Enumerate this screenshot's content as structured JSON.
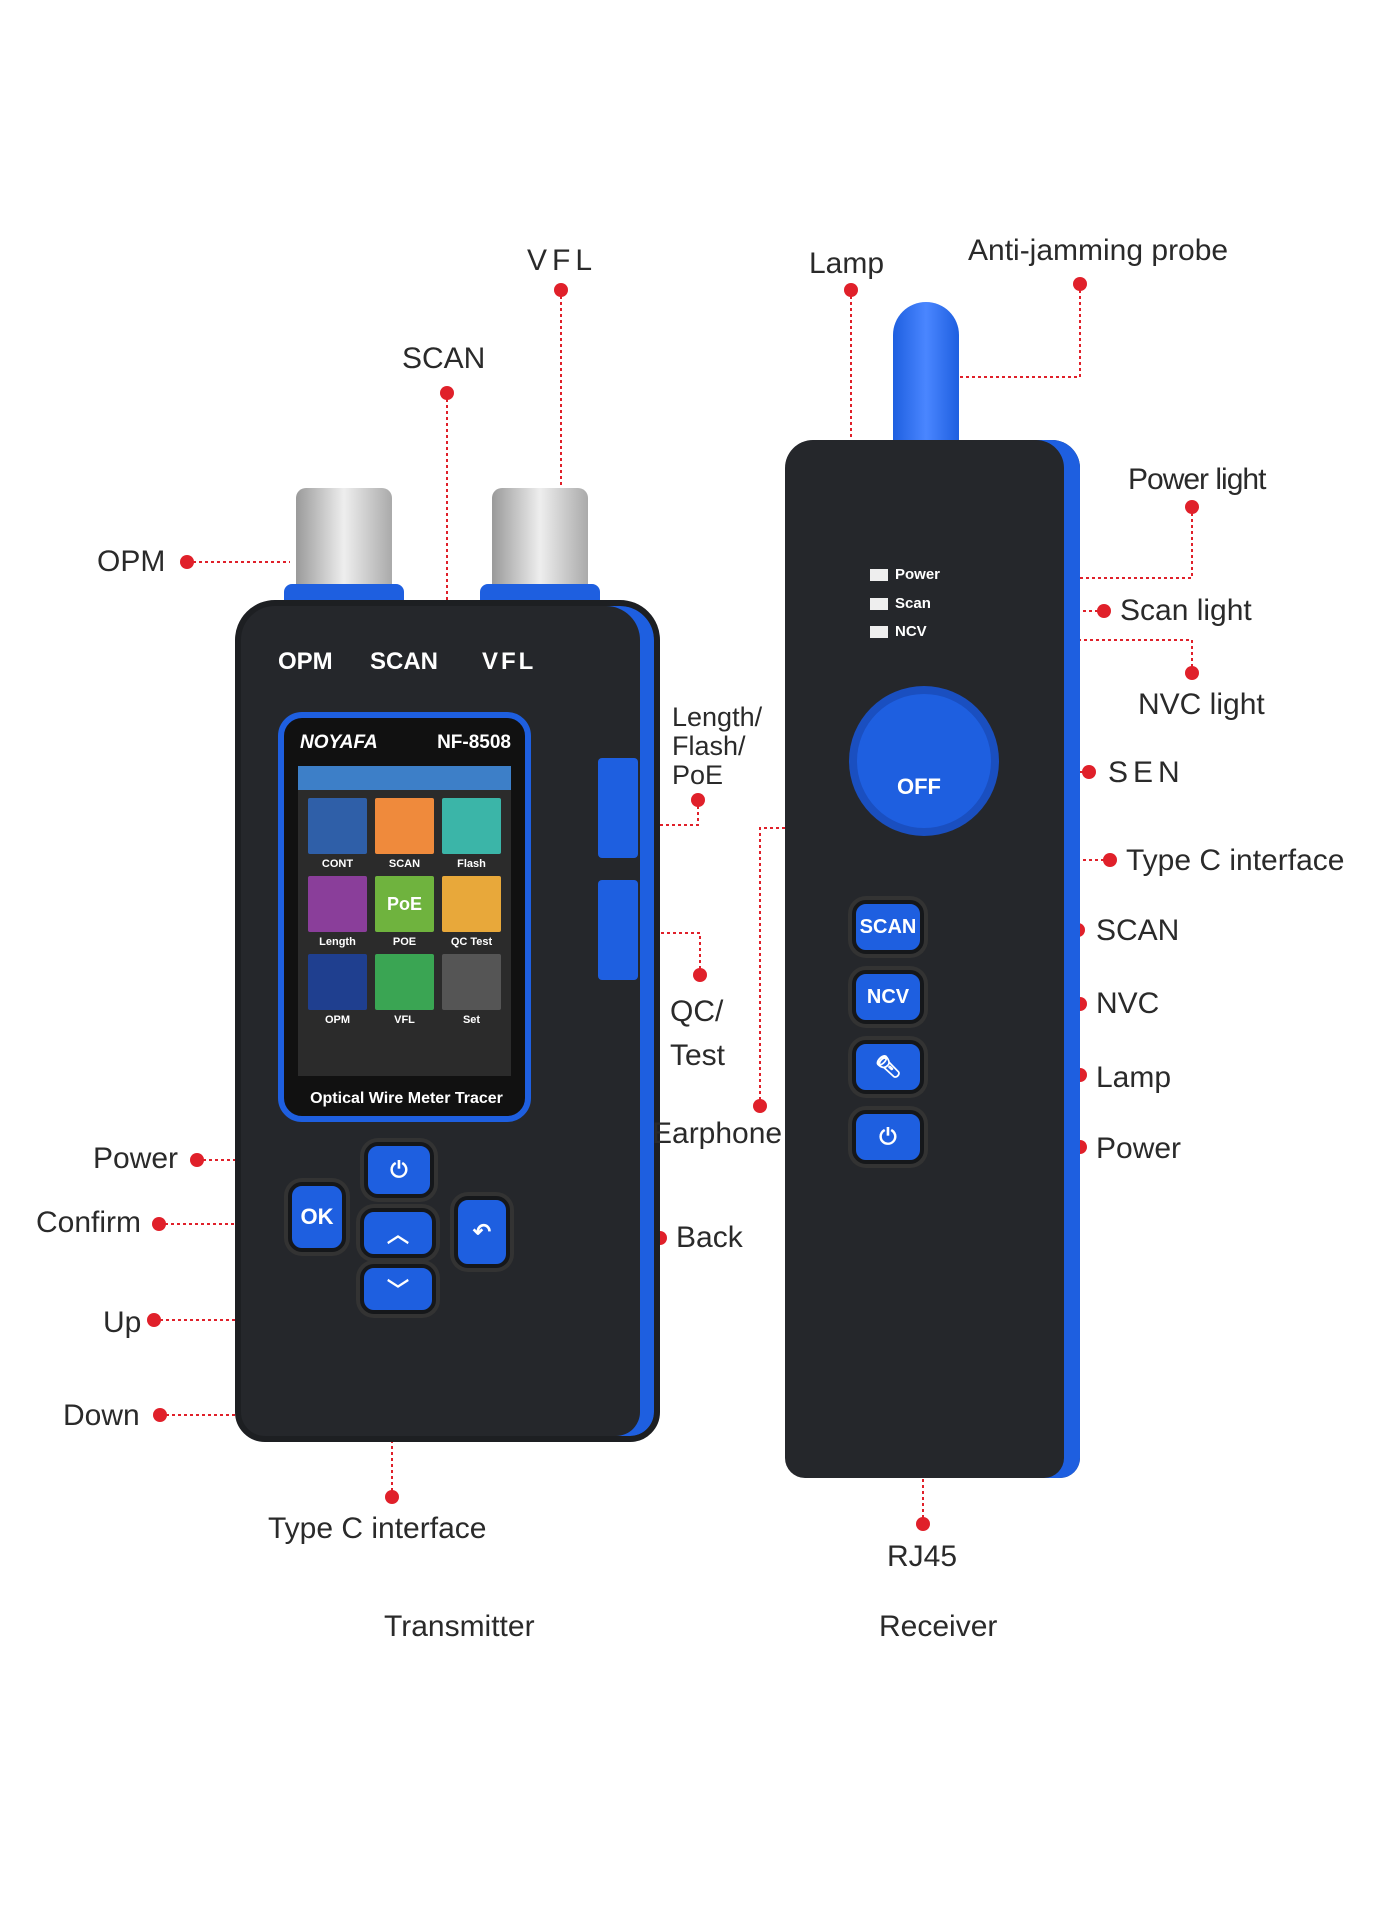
{
  "transmitter": {
    "caption": "Transmitter",
    "top_labels": [
      "OPM",
      "SCAN",
      "VFL"
    ],
    "brand": "NOYAFA",
    "model": "NF-8508",
    "screen_subtitle": "Optical Wire Meter Tracer",
    "tiles": [
      {
        "label": "CONT",
        "color": "#2f5fa8",
        "icon": "rj45-port-icon"
      },
      {
        "label": "SCAN",
        "color": "#ef8a3c",
        "icon": "magnifier-icon"
      },
      {
        "label": "Flash",
        "color": "#3bb5a8",
        "icon": "rj45-port-icon"
      },
      {
        "label": "Length",
        "color": "#8a3e9a",
        "icon": "ruler-icon"
      },
      {
        "label": "POE",
        "color": "#6fb33e",
        "icon": "poe-icon",
        "text": "PoE"
      },
      {
        "label": "QC Test",
        "color": "#e8a83a",
        "icon": "rj45-port-icon"
      },
      {
        "label": "OPM",
        "color": "#1f3f8f",
        "icon": "power-meter-icon"
      },
      {
        "label": "VFL",
        "color": "#3aa553",
        "icon": "vfl-icon"
      },
      {
        "label": "Set",
        "color": "#555555",
        "icon": "gear-icon"
      }
    ],
    "buttons": {
      "ok": "OK"
    },
    "callouts": {
      "vfl": "VFL",
      "scan": "SCAN",
      "opm": "OPM",
      "length": [
        "Length/",
        "Flash/",
        "PoE"
      ],
      "qc": [
        "QC/",
        "Test"
      ],
      "power": "Power",
      "confirm": "Confirm",
      "up": "Up",
      "down": "Down",
      "back": "Back",
      "typec": "Type C interface"
    }
  },
  "receiver": {
    "caption": "Receiver",
    "leds": [
      "Power",
      "Scan",
      "NCV"
    ],
    "knob": "OFF",
    "buttons": {
      "scan": "SCAN",
      "ncv": "NCV"
    },
    "callouts": {
      "lamp_top": "Lamp",
      "probe": "Anti-jamming probe",
      "power_light": "Power light",
      "scan_light": "Scan light",
      "nvc_light": "NVC light",
      "sen": "SEN",
      "typec": "Type C interface",
      "scan": "SCAN",
      "nvc": "NVC",
      "lamp": "Lamp",
      "power": "Power",
      "earphone": "Earphone",
      "rj45": "RJ45"
    }
  },
  "colors": {
    "accent": "#1e5fe0",
    "callout": "#e0202a",
    "body": "#25272b"
  }
}
